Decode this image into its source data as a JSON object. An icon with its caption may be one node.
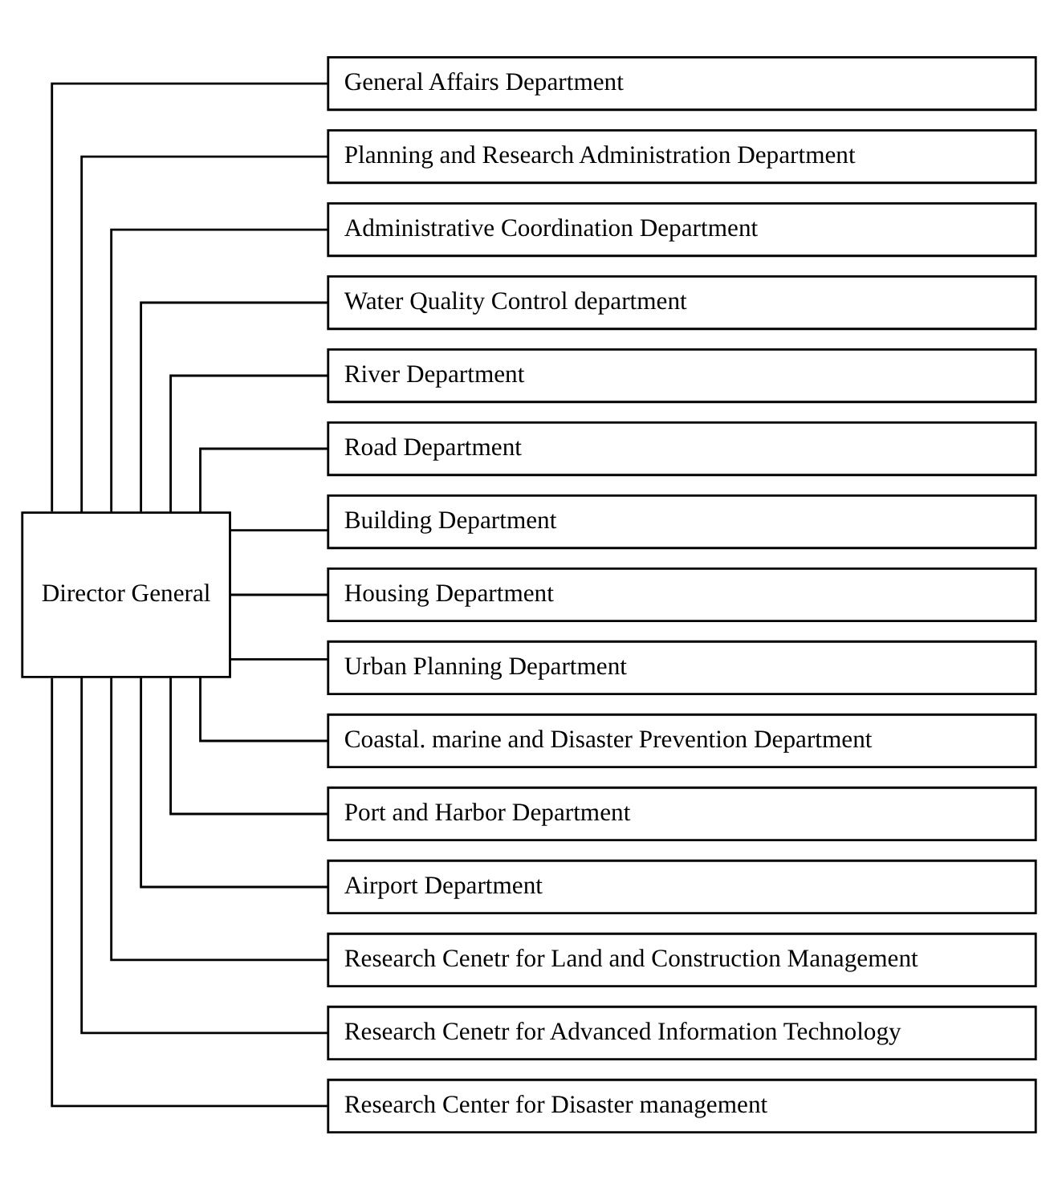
{
  "diagram": {
    "nodes": [
      {
        "text": [
          "Director General"
        ]
      },
      {
        "text": [
          "General Affairs Department"
        ]
      },
      {
        "text": [
          "Planning and Research Administration Department"
        ]
      },
      {
        "text": [
          "Administrative Coordination Department"
        ]
      },
      {
        "text": [
          "Water Quality Control department"
        ]
      },
      {
        "text": [
          "River Department"
        ]
      },
      {
        "text": [
          "Road Department"
        ]
      },
      {
        "text": [
          "Building Department"
        ]
      },
      {
        "text": [
          "Housing Department"
        ]
      },
      {
        "text": [
          "Urban Planning Department"
        ]
      },
      {
        "text": [
          "Coastal. marine and Disaster Prevention Department"
        ]
      },
      {
        "text": [
          "Port and Harbor Department"
        ]
      },
      {
        "text": [
          "Airport Department"
        ]
      },
      {
        "text": [
          "Research Cenetr for Land and Construction Management"
        ]
      },
      {
        "text": [
          "Research Cenetr for Advanced Information Technology"
        ]
      },
      {
        "text": [
          "Research Center for Disaster management"
        ]
      }
    ],
    "edges": [
      {
        "from": 0,
        "to": 1,
        "arrow": "none"
      },
      {
        "from": 0,
        "to": 2,
        "arrow": "none"
      },
      {
        "from": 0,
        "to": 3,
        "arrow": "none"
      },
      {
        "from": 0,
        "to": 4,
        "arrow": "none"
      },
      {
        "from": 0,
        "to": 5,
        "arrow": "none"
      },
      {
        "from": 0,
        "to": 6,
        "arrow": "none"
      },
      {
        "from": 0,
        "to": 7,
        "arrow": "none"
      },
      {
        "from": 0,
        "to": 8,
        "arrow": "none"
      },
      {
        "from": 0,
        "to": 9,
        "arrow": "none"
      },
      {
        "from": 0,
        "to": 10,
        "arrow": "none"
      },
      {
        "from": 0,
        "to": 11,
        "arrow": "none"
      },
      {
        "from": 0,
        "to": 12,
        "arrow": "none"
      },
      {
        "from": 0,
        "to": 13,
        "arrow": "none"
      },
      {
        "from": 0,
        "to": 14,
        "arrow": "none"
      },
      {
        "from": 0,
        "to": 15,
        "arrow": "none"
      }
    ]
  }
}
